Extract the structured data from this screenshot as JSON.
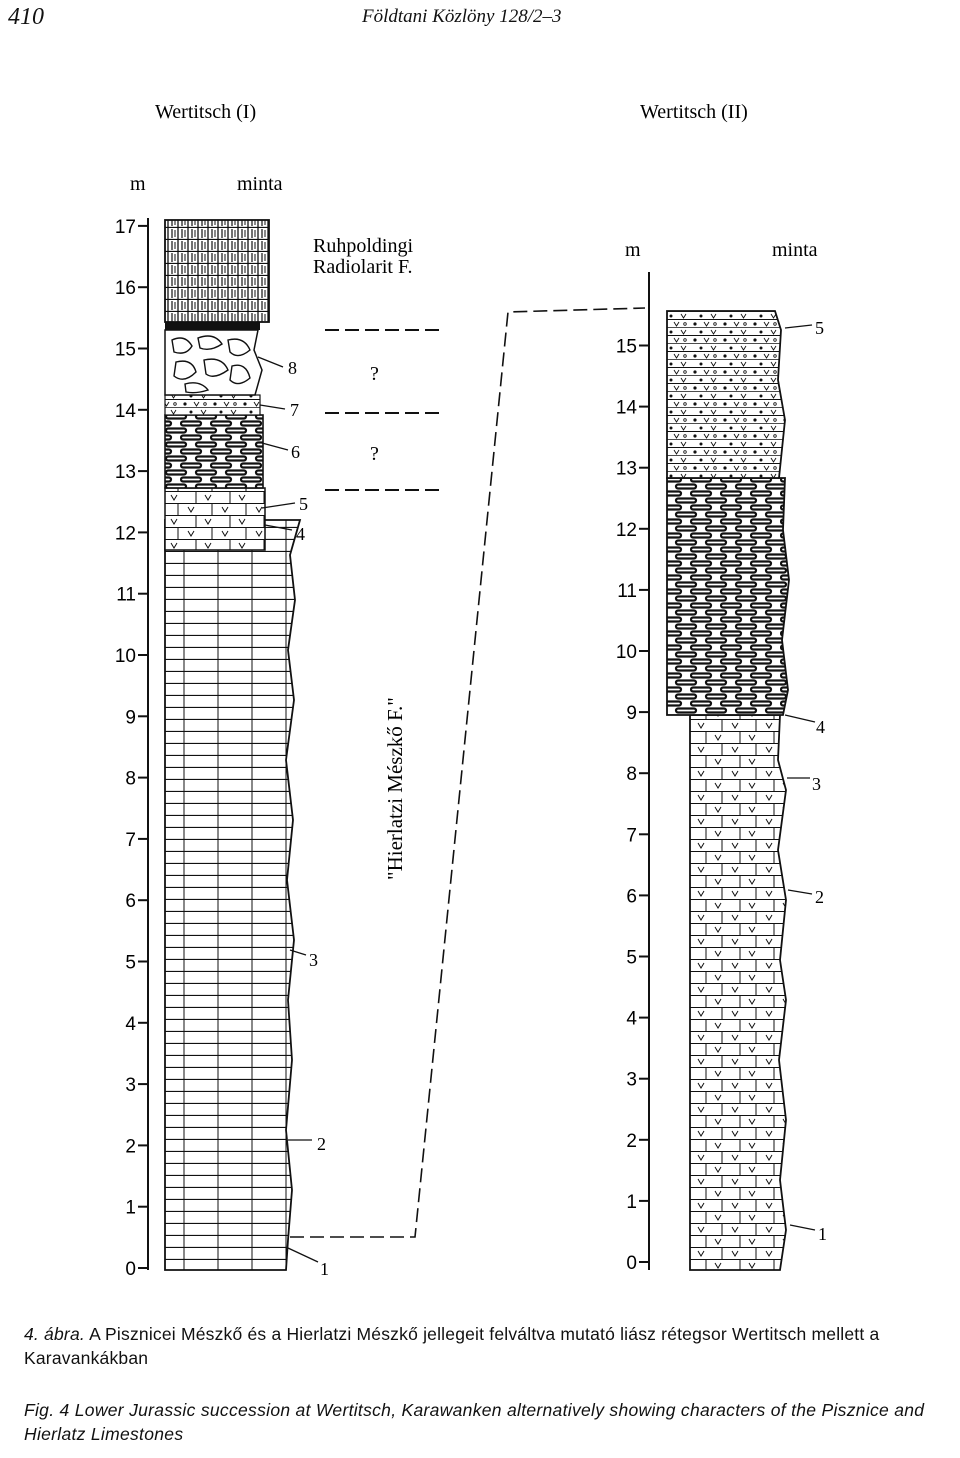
{
  "header": {
    "page_number": "410",
    "journal": "Földtani Közlöny 128/2–3"
  },
  "section1": {
    "title": "Wertitsch (I)",
    "axis_unit": "m",
    "sample_label": "minta",
    "formation_top": [
      "Ruhpoldingi",
      "Radiolarit F."
    ],
    "formation_main": "\"Hierlatzi Mészkő F.\"",
    "question_marks": [
      "?",
      "?"
    ],
    "ticks": [
      "0",
      "1",
      "2",
      "3",
      "4",
      "5",
      "6",
      "7",
      "8",
      "9",
      "10",
      "11",
      "12",
      "13",
      "14",
      "15",
      "16",
      "17"
    ],
    "samples": [
      "1",
      "2",
      "3",
      "4",
      "5",
      "6",
      "7",
      "8"
    ]
  },
  "section2": {
    "title": "Wertitsch (II)",
    "axis_unit": "m",
    "sample_label": "minta",
    "ticks": [
      "0",
      "1",
      "2",
      "3",
      "4",
      "5",
      "6",
      "7",
      "8",
      "9",
      "10",
      "11",
      "12",
      "13",
      "14",
      "15"
    ],
    "samples": [
      "1",
      "2",
      "3",
      "4",
      "5"
    ]
  },
  "caption": {
    "hu_label": "4. ábra.",
    "hu_text": "A Pisznicei Mészkő és a Hierlatzi Mészkő jellegeit felváltva mutató liász rétegsor Wertitsch mellett a Karavankákban",
    "en_label": "Fig. 4",
    "en_text": "Lower Jurassic succession at Wertitsch, Karawanken alternatively showing characters of the Pisznice and Hierlatz Limestones"
  }
}
